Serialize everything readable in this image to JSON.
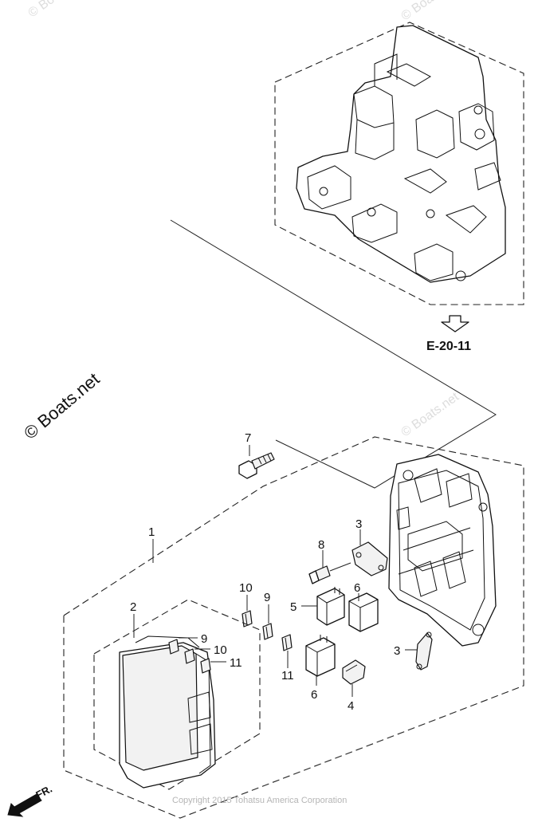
{
  "watermark": {
    "main": "© Boats.net",
    "faint_top": "© Bo",
    "faint_top2": "© Boats.net",
    "faint_right": "© Boats.net"
  },
  "reference": {
    "label": "E-20-11"
  },
  "callouts": {
    "c1": "1",
    "c2": "2",
    "c3a": "3",
    "c3b": "3",
    "c4": "4",
    "c5": "5",
    "c6a": "6",
    "c6b": "6",
    "c7": "7",
    "c8": "8",
    "c9a": "9",
    "c9b": "9",
    "c10a": "10",
    "c10b": "10",
    "c11a": "11",
    "c11b": "11"
  },
  "direction": {
    "label": "FR."
  },
  "copyright": "Copyright 2015 Tohatsu America Corporation"
}
